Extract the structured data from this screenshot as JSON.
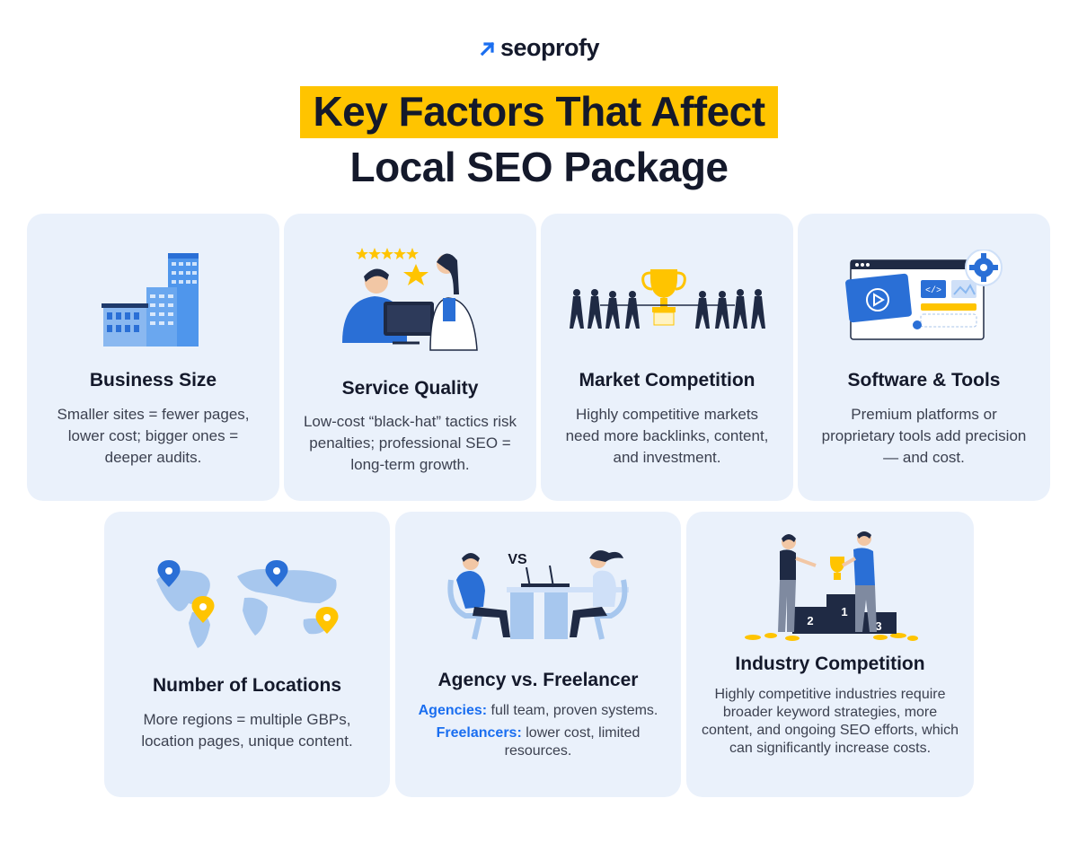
{
  "brand": {
    "name": "seoprofy",
    "accent": "#1a6ef0",
    "highlight": "#ffc400",
    "card_bg": "#eaf1fb"
  },
  "title": {
    "line1": "Key Factors That Affect",
    "line2": "Local SEO Package"
  },
  "cards": [
    {
      "heading": "Business Size",
      "text": "Smaller sites = fewer pages, lower cost; bigger ones = deeper audits.",
      "icon": "office-buildings-icon"
    },
    {
      "heading": "Service Quality",
      "text": "Low-cost “black-hat” tactics risk penalties; professional SEO = long-term growth.",
      "icon": "five-star-review-icon"
    },
    {
      "heading": "Market Competition",
      "text": "Highly competitive markets need more backlinks, content, and investment.",
      "icon": "tug-of-war-trophy-icon"
    },
    {
      "heading": "Software & Tools",
      "text": "Premium platforms or proprietary tools add precision — and cost.",
      "icon": "browser-tools-gear-icon"
    },
    {
      "heading": "Number of Locations",
      "text": "More regions = multiple GBPs, location pages, unique content.",
      "icon": "world-map-pins-icon"
    },
    {
      "heading": "Agency vs. Freelancer",
      "agency_label": "Agencies:",
      "agency_text": "full team, proven systems.",
      "freelancer_label": "Freelancers:",
      "freelancer_text": "lower cost, limited resources.",
      "vs": "VS",
      "icon": "agency-vs-freelancer-icon"
    },
    {
      "heading": "Industry Competition",
      "text": "Highly competitive industries require broader keyword strategies, more content, and ongoing SEO efforts, which can significantly increase costs.",
      "podium": [
        "2",
        "1",
        "3"
      ],
      "icon": "winners-podium-icon"
    }
  ]
}
